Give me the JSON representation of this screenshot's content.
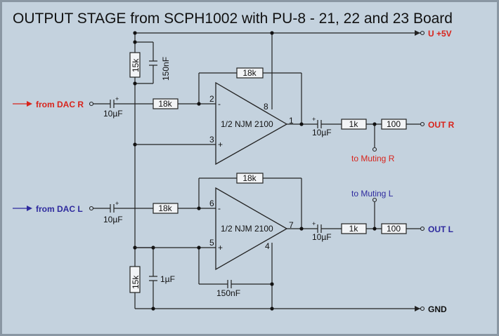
{
  "title": "OUTPUT STAGE from SCPH1002 with PU-8 - 21, 22 and 23 Board",
  "supply": {
    "vplus": "U +5V",
    "gnd": "GND"
  },
  "inputs": {
    "right": "from DAC R",
    "left": "from DAC L"
  },
  "outputs": {
    "right": "OUT R",
    "left": "OUT L"
  },
  "muting": {
    "right": "to Muting R",
    "left": "to Muting L"
  },
  "opamp": {
    "upper": "1/2 NJM 2100",
    "lower": "1/2 NJM 2100"
  },
  "pins": {
    "p1": "1",
    "p2": "2",
    "p3": "3",
    "p4": "4",
    "p5": "5",
    "p6": "6",
    "p7": "7",
    "p8": "8",
    "minus": "-",
    "plus": "+"
  },
  "components": {
    "r_bias_top": "15k",
    "c_bias_top": "150nF",
    "r_bias_bot": "15k",
    "c_bias_bot": "1µF",
    "r_fb_r": "18k",
    "r_in_r": "18k",
    "r_fb_l": "18k",
    "r_in_l": "18k",
    "c_in_r": "10µF",
    "c_in_l": "10µF",
    "c_out_r": "10µF",
    "c_out_l": "10µF",
    "r_series_r": "1k",
    "r_out_r": "100",
    "r_series_l": "1k",
    "r_out_l": "100",
    "c_comp": "150nF"
  },
  "colors": {
    "background": "#c4d2de",
    "right_channel": "#d8241c",
    "left_channel": "#2e2a9e",
    "wire": "#222222"
  }
}
